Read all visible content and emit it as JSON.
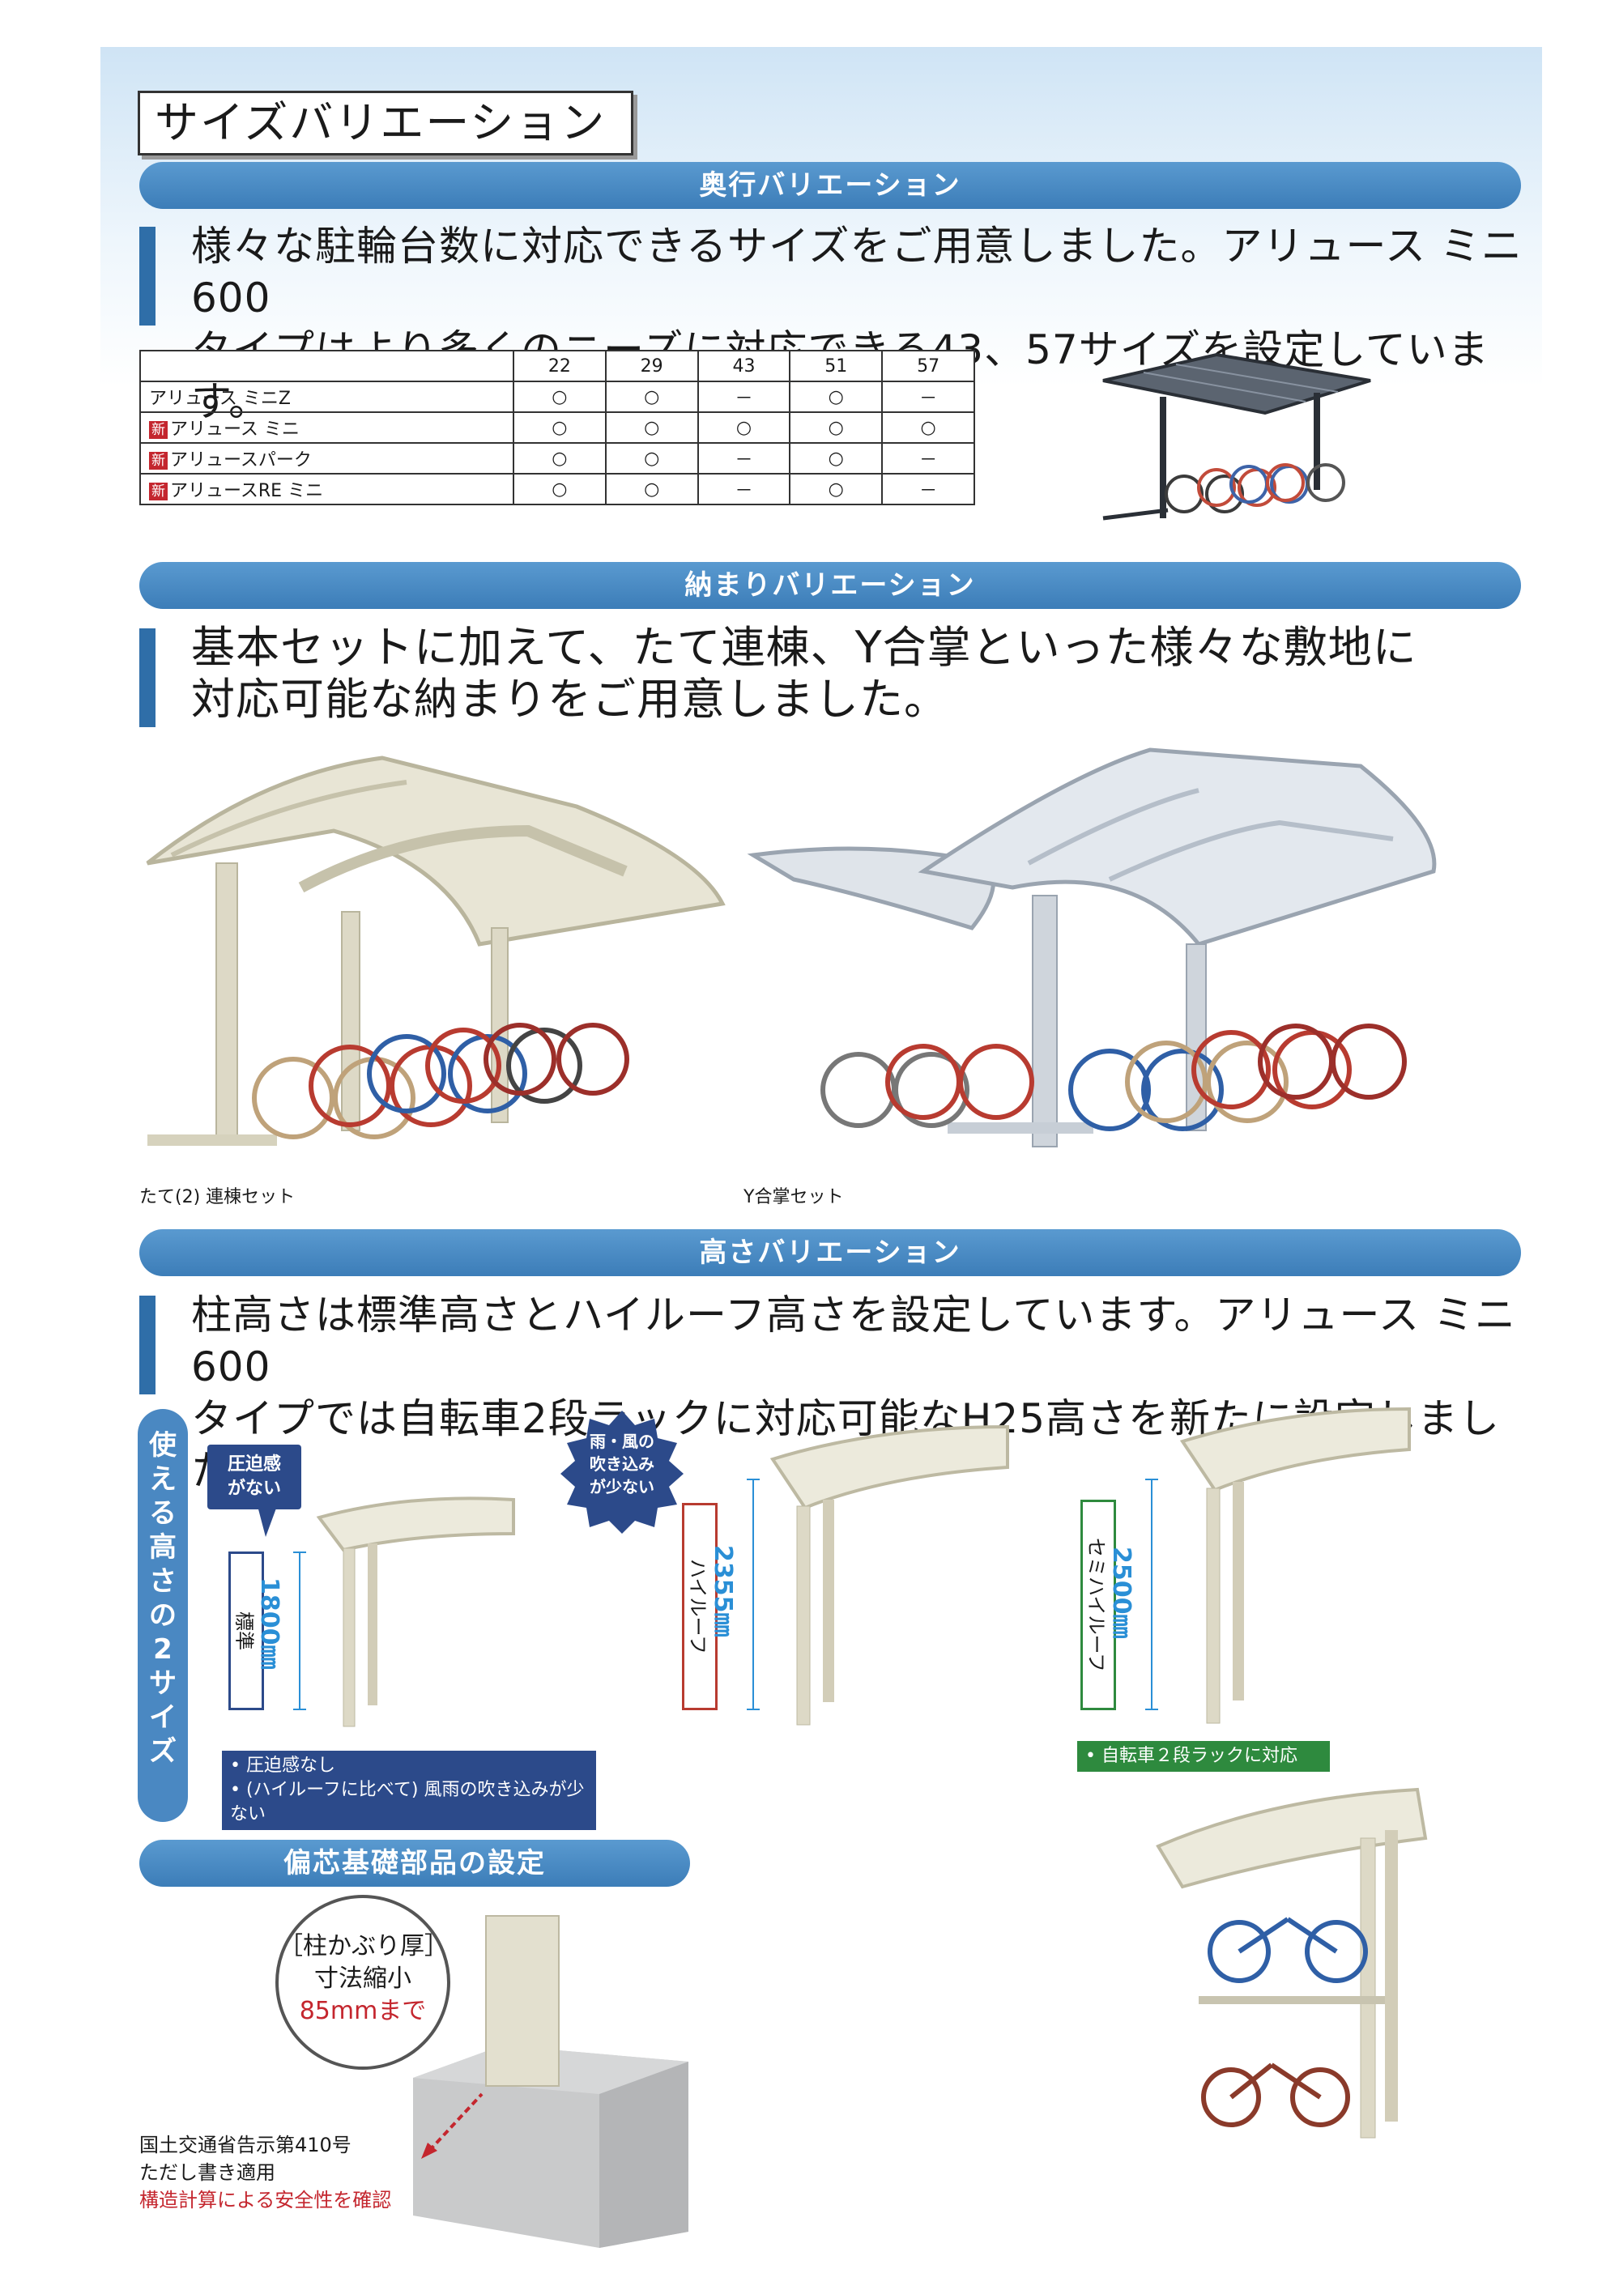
{
  "title": "サイズバリエーション",
  "sections": {
    "depth": {
      "heading": "奥行バリエーション",
      "lead_line1": "様々な駐輪台数に対応できるサイズをご用意しました。アリュース ミニ 600",
      "lead_line2": "タイプはより多くのニーズに対応できる43、57サイズを設定しています。"
    },
    "fit": {
      "heading": "納まりバリエーション",
      "lead_line1": "基本セットに加えて、たて連棟、Y合掌といった様々な敷地に",
      "lead_line2": "対応可能な納まりをご用意しました。",
      "caption_left": "たて(2) 連棟セット",
      "caption_right": "Y合掌セット"
    },
    "height": {
      "heading": "高さバリエーション",
      "lead_line1": "柱高さは標準高さとハイルーフ高さを設定しています。アリュース ミニ 600",
      "lead_line2": "タイプでは自転車2段ラックに対応可能なH25高さを新たに設定しました。",
      "side_label": "使える高さの2サイズ",
      "bubble_left": "圧迫感がない",
      "bubble_right": "雨・風の吹き込みが少ない",
      "standard_label": "標準",
      "standard_dim": "1800㎜",
      "high_label": "ハイルーフ",
      "high_dim": "2355㎜",
      "semi_label": "セミハイルーフ",
      "semi_dim": "2500㎜",
      "note_blue_1": "• 圧迫感なし",
      "note_blue_2": "• (ハイルーフに比べて) 風雨の吹き込みが少ない",
      "note_green": "• 自転車２段ラックに対応"
    },
    "offset": {
      "heading": "偏芯基礎部品の設定",
      "callout_1": "［柱かぶり厚］",
      "callout_2": "寸法縮小",
      "callout_3": "85mmまで",
      "footnote_1": "国土交通省告示第410号",
      "footnote_2": "ただし書き適用",
      "footnote_3": "構造計算による安全性を確認"
    }
  },
  "table": {
    "columns": [
      "22",
      "29",
      "43",
      "51",
      "57"
    ],
    "new_badge": "新",
    "rows": [
      {
        "name": "アリュース ミニZ",
        "new": false,
        "marks": [
          "○",
          "○",
          "－",
          "○",
          "－"
        ]
      },
      {
        "name": "アリュース ミニ",
        "new": true,
        "marks": [
          "○",
          "○",
          "○",
          "○",
          "○"
        ]
      },
      {
        "name": "アリュースパーク",
        "new": true,
        "marks": [
          "○",
          "○",
          "－",
          "○",
          "－"
        ]
      },
      {
        "name": "アリュースRE ミニ",
        "new": true,
        "marks": [
          "○",
          "○",
          "－",
          "○",
          "－"
        ]
      }
    ]
  },
  "colors": {
    "pill_blue": "#3c7db8",
    "accent_red": "#c4262e",
    "dim_blue": "#2a8fd6",
    "note_blue": "#2c4a8a",
    "note_green": "#2e8a3e"
  }
}
